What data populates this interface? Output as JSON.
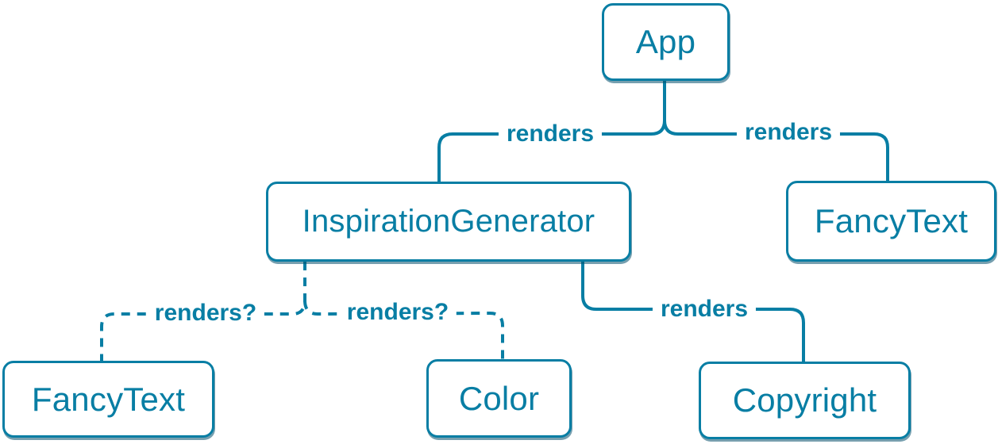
{
  "diagram": {
    "type": "component-render-tree",
    "accent_color": "#087ea4",
    "node_fill": "#ffffff",
    "background": "#ffffff",
    "nodes": [
      {
        "id": "app",
        "label": "App"
      },
      {
        "id": "inspiration-generator",
        "label": "InspirationGenerator"
      },
      {
        "id": "fancy-text-top",
        "label": "FancyText"
      },
      {
        "id": "fancy-text-bottom",
        "label": "FancyText"
      },
      {
        "id": "color",
        "label": "Color"
      },
      {
        "id": "copyright",
        "label": "Copyright"
      }
    ],
    "edges": [
      {
        "from": "App",
        "to": "InspirationGenerator",
        "label": "renders",
        "style": "solid"
      },
      {
        "from": "App",
        "to": "FancyText",
        "label": "renders",
        "style": "solid"
      },
      {
        "from": "InspirationGenerator",
        "to": "FancyText",
        "label": "renders?",
        "style": "dashed"
      },
      {
        "from": "InspirationGenerator",
        "to": "Color",
        "label": "renders?",
        "style": "dashed"
      },
      {
        "from": "InspirationGenerator",
        "to": "Copyright",
        "label": "renders",
        "style": "solid"
      }
    ]
  }
}
